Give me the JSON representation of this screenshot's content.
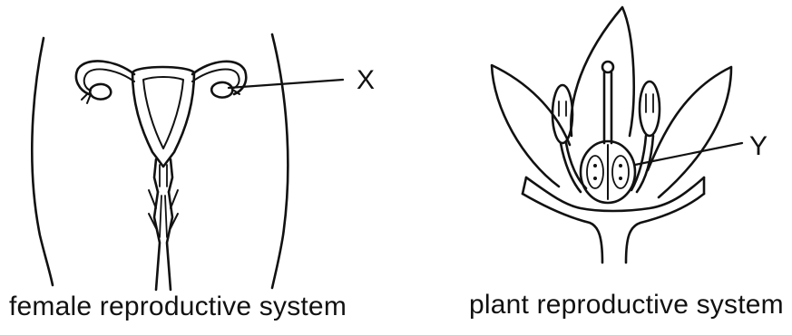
{
  "diagram": {
    "female": {
      "caption": "female reproductive system",
      "label": "X"
    },
    "plant": {
      "caption": "plant reproductive system",
      "label": "Y"
    }
  }
}
